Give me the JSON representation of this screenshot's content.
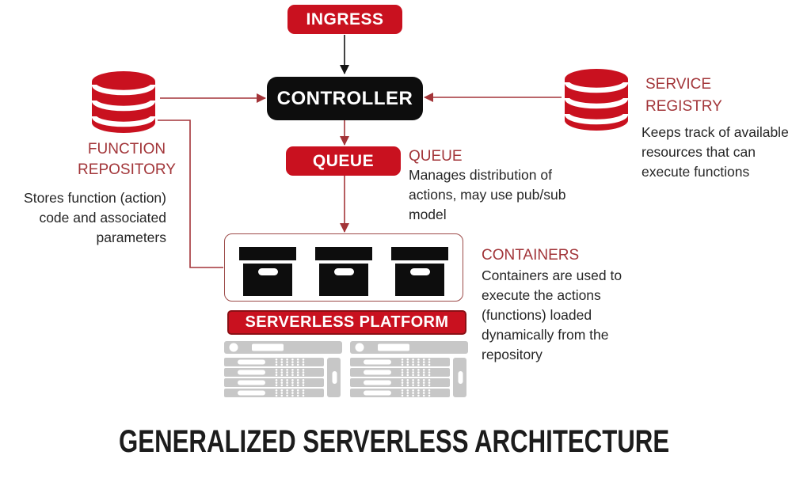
{
  "title": "GENERALIZED SERVERLESS ARCHITECTURE",
  "colors": {
    "node_red": "#C9111F",
    "heading_red": "#A23539",
    "connector_red": "#A33438",
    "node_black": "#0D0D0D",
    "server_gray": "#C7C7C7",
    "body_text": "#262626"
  },
  "nodes": {
    "ingress": "INGRESS",
    "controller": "CONTROLLER",
    "queue": "QUEUE",
    "serverless_platform": "SERVERLESS PLATFORM"
  },
  "annotations": {
    "function_repository": {
      "title": "FUNCTION\nREPOSITORY",
      "body": "Stores function (action)\ncode and associated\nparameters"
    },
    "service_registry": {
      "title": "SERVICE\nREGISTRY",
      "body": "Keeps track of available\nresources that can\nexecute functions"
    },
    "queue": {
      "title": "QUEUE",
      "body": "Manages distribution of\nactions, may use pub/sub\nmodel"
    },
    "containers": {
      "title": "CONTAINERS",
      "body": "Containers are used to\nexecute the actions\n(functions) loaded\ndynamically from the\nrepository"
    }
  },
  "icons": {
    "function_repository_db": "database-icon",
    "service_registry_db": "database-icon",
    "container": "storage-box-icon",
    "server_rack": "server-rack-icon"
  }
}
